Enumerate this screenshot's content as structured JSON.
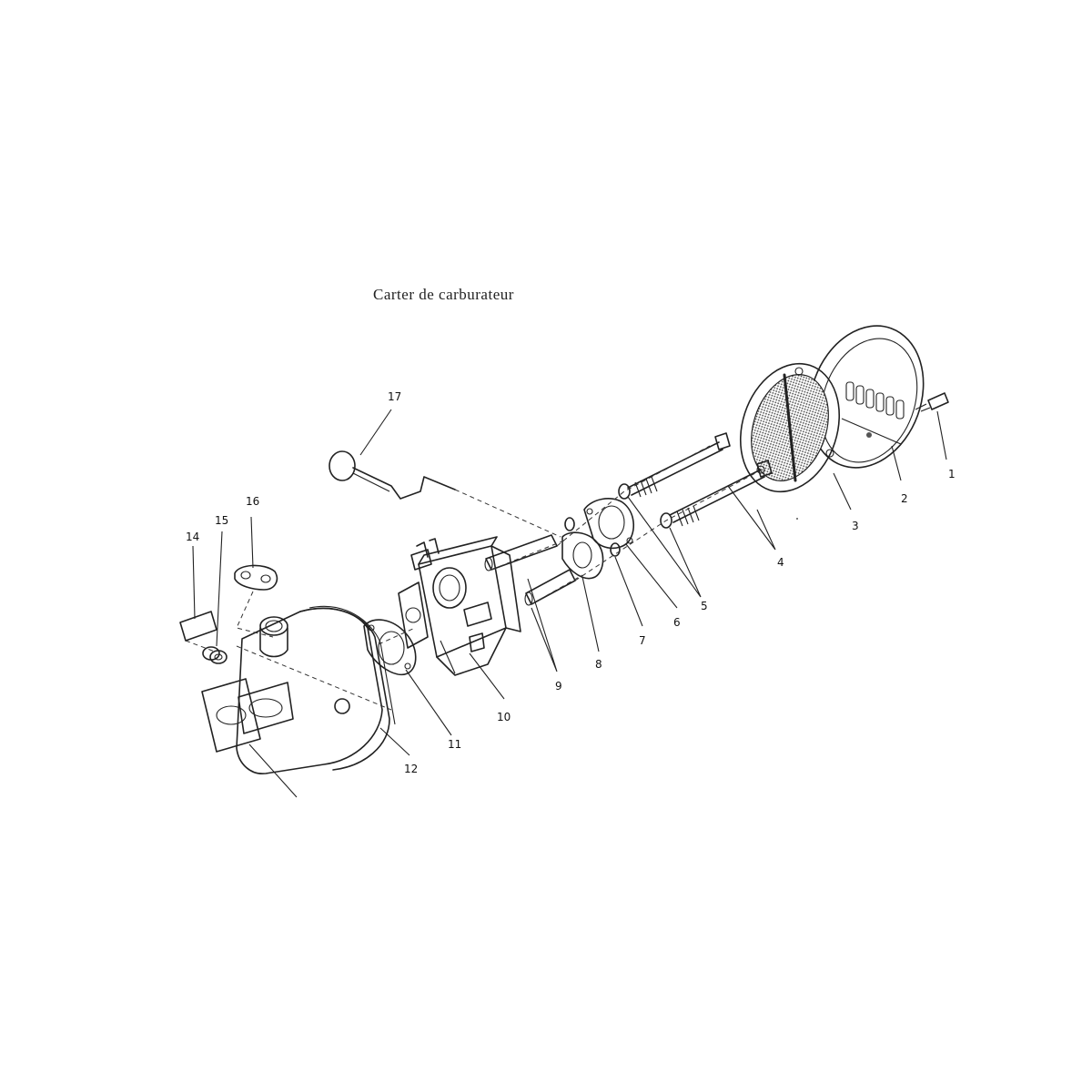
{
  "title": "Carter de carburateur",
  "parts": [
    {
      "number": "1"
    },
    {
      "number": "2"
    },
    {
      "number": "3"
    },
    {
      "number": "4"
    },
    {
      "number": "5"
    },
    {
      "number": "6"
    },
    {
      "number": "7"
    },
    {
      "number": "8"
    },
    {
      "number": "9"
    },
    {
      "number": "10"
    },
    {
      "number": "11"
    },
    {
      "number": "12"
    },
    {
      "number": "14"
    },
    {
      "number": "15"
    },
    {
      "number": "16"
    },
    {
      "number": "17"
    }
  ]
}
